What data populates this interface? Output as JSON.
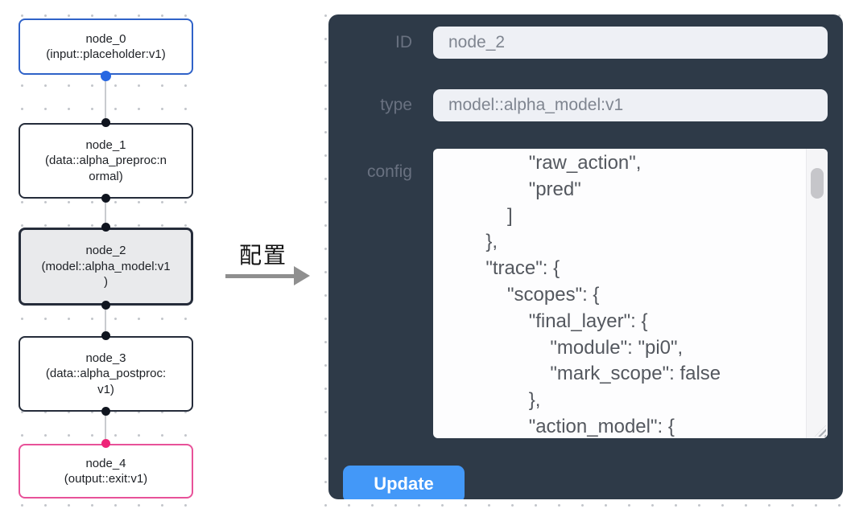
{
  "flow": {
    "nodes": [
      {
        "title": "node_0",
        "subtitle": "(input::placeholder:v1)",
        "category": "input",
        "selected": false
      },
      {
        "title": "node_1",
        "subtitle": "(data::alpha_preproc:n\normal)",
        "category": "data",
        "selected": false
      },
      {
        "title": "node_2",
        "subtitle": "(model::alpha_model:v1\n)",
        "category": "model",
        "selected": true
      },
      {
        "title": "node_3",
        "subtitle": "(data::alpha_postproc:\nv1)",
        "category": "data",
        "selected": false
      },
      {
        "title": "node_4",
        "subtitle": "(output::exit:v1)",
        "category": "output",
        "selected": false
      }
    ]
  },
  "annotation": {
    "label": "配置"
  },
  "panel": {
    "id_field": {
      "label": "ID",
      "value": "node_2"
    },
    "type_field": {
      "label": "type",
      "value": "model::alpha_model:v1"
    },
    "config_field": {
      "label": "config",
      "visible_text": "                \"raw_action\",\n                \"pred\"\n            ]\n        },\n        \"trace\": {\n            \"scopes\": {\n                \"final_layer\": {\n                    \"module\": \"pi0\",\n                    \"mark_scope\": false\n                },\n                \"action_model\": {"
    },
    "update_button_label": "Update"
  },
  "colors": {
    "panel_background": "#2e3a48",
    "input_background": "#eef0f5",
    "update_button_blue": "#4398f8",
    "node_default_border": "#252c3a",
    "node_input_border": "#2f62c8",
    "node_output_border": "#e85199",
    "node_selected_background": "#e9eaec",
    "port_blue": "#2767e2",
    "port_dark": "#10151f",
    "port_pink": "#ee2478",
    "canvas_dot": "#c4c7cc",
    "arrow_gray": "#8f8f8f"
  }
}
